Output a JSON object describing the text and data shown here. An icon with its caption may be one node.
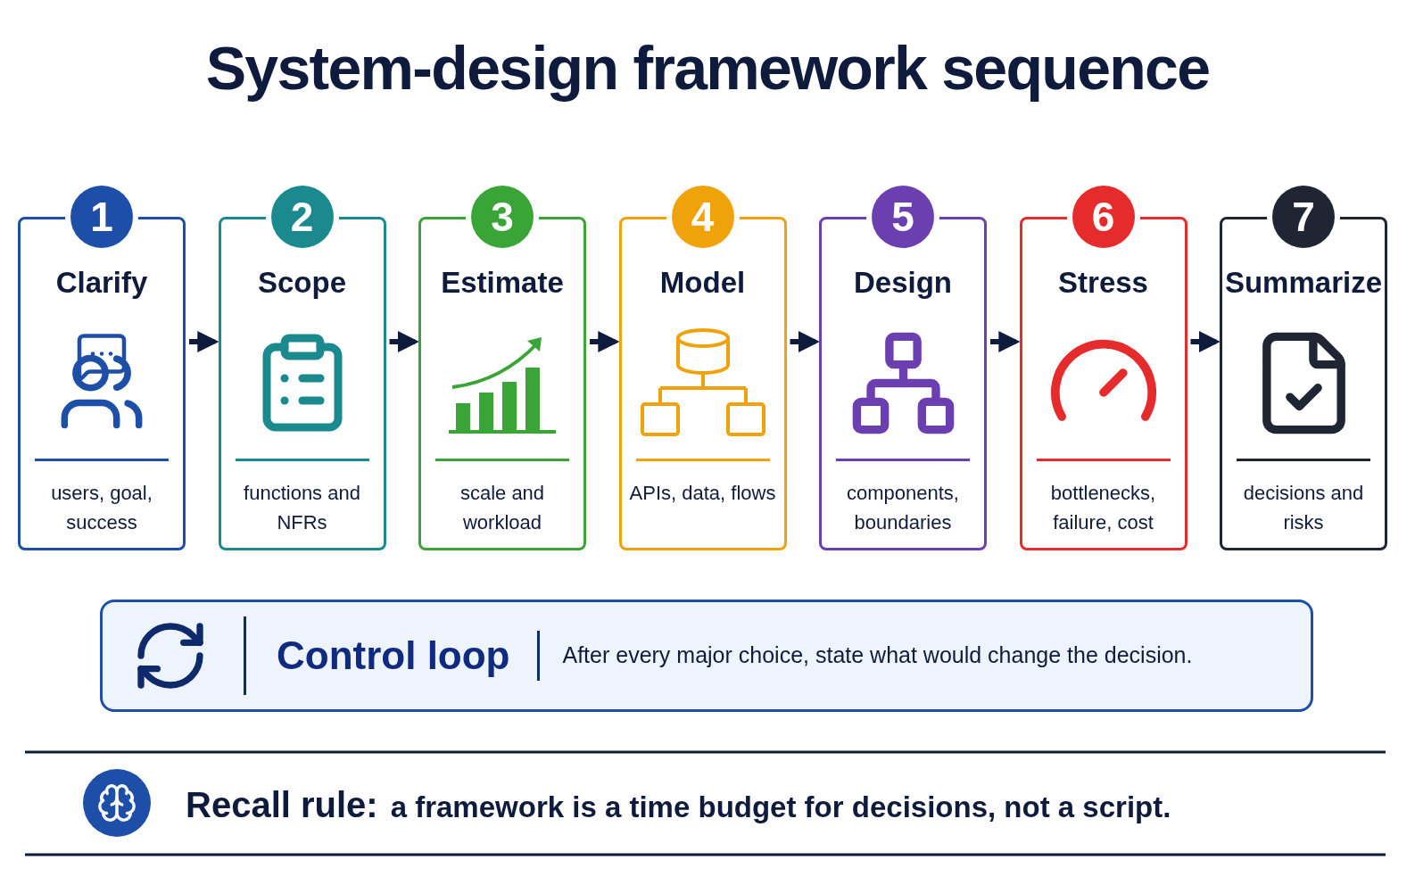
{
  "diagram": {
    "title": "System-design framework sequence",
    "nodes": [
      {
        "text": [
          "1",
          "Clarify",
          "users, goal, success"
        ]
      },
      {
        "text": [
          "2",
          "Scope",
          "functions and NFRs"
        ]
      },
      {
        "text": [
          "3",
          "Estimate",
          "scale and workload"
        ]
      },
      {
        "text": [
          "4",
          "Model",
          "APIs, data, flows"
        ]
      },
      {
        "text": [
          "5",
          "Design",
          "components, boundaries"
        ]
      },
      {
        "text": [
          "6",
          "Stress",
          "bottlenecks, failure, cost"
        ]
      },
      {
        "text": [
          "7",
          "Summarize",
          "decisions and risks"
        ]
      },
      {
        "text": [
          "Control loop",
          "After every major choice, state what would change the decision."
        ]
      }
    ],
    "edges": [
      {
        "from": 0,
        "to": 1,
        "arrow": "to"
      },
      {
        "from": 1,
        "to": 2,
        "arrow": "to"
      },
      {
        "from": 2,
        "to": 3,
        "arrow": "to"
      },
      {
        "from": 3,
        "to": 4,
        "arrow": "to"
      },
      {
        "from": 4,
        "to": 5,
        "arrow": "to"
      },
      {
        "from": 5,
        "to": 6,
        "arrow": "to"
      }
    ],
    "labels": [
      "Recall rule:",
      "a framework is a time budget for decisions, not a script."
    ]
  }
}
